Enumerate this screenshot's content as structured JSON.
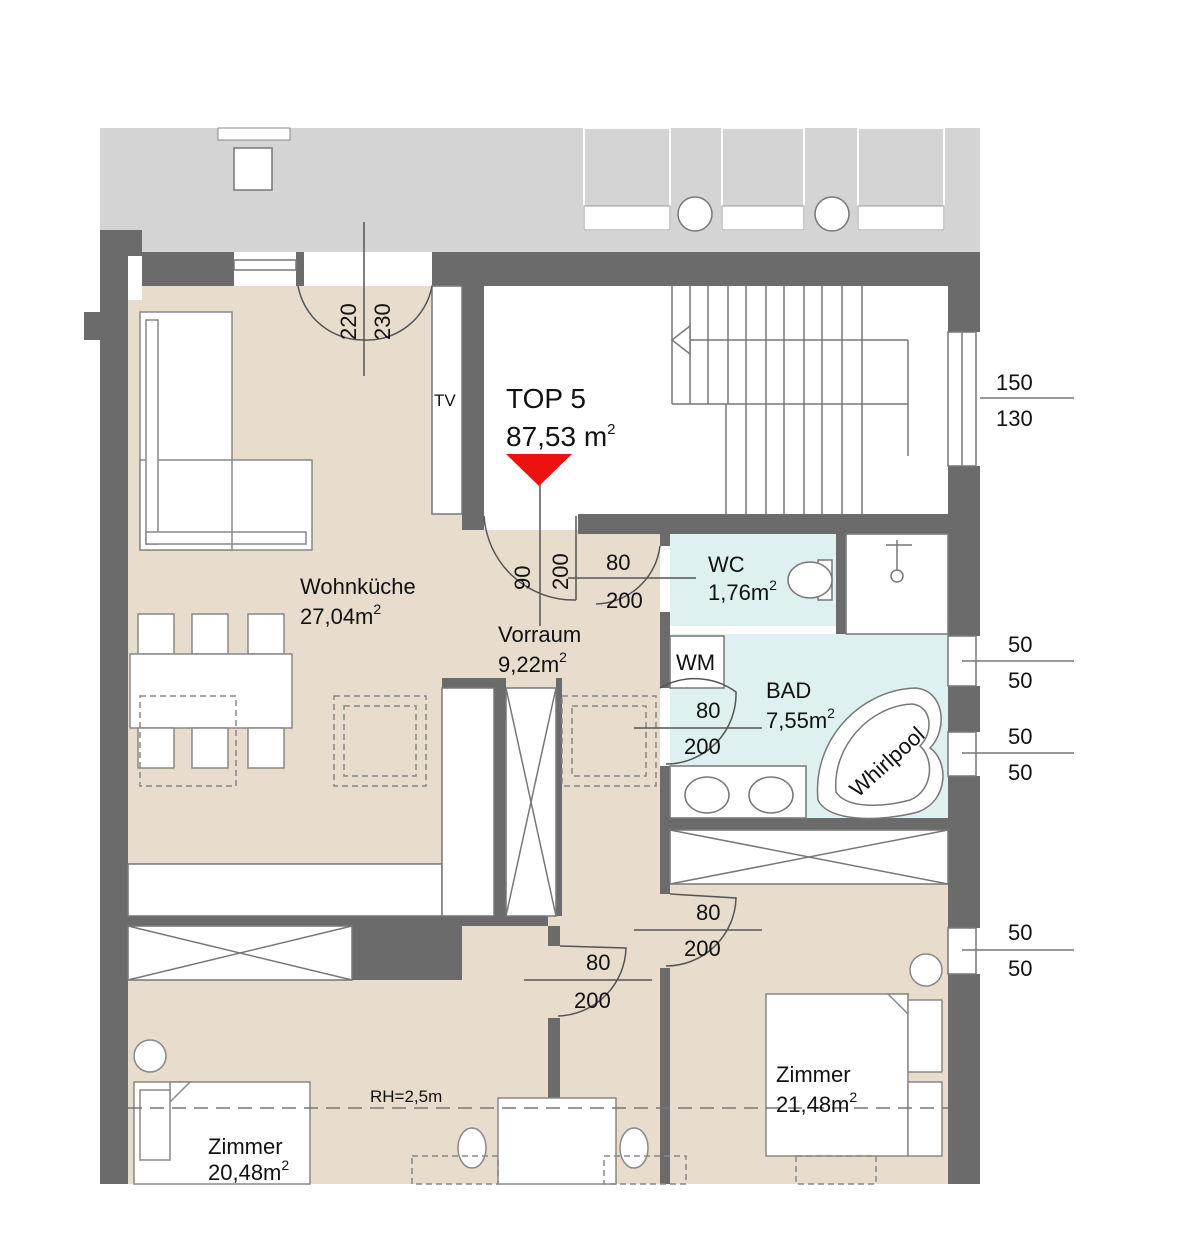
{
  "plan": {
    "unit_label": "TOP 5",
    "unit_area": "87,53 m",
    "height_note": "RH=2,5m",
    "tv_label": "TV",
    "wm_label": "WM",
    "whirlpool_label": "Whirlpool",
    "rooms": [
      {
        "name": "Wohnküche",
        "area": "27,04m"
      },
      {
        "name": "Vorraum",
        "area": "9,22m"
      },
      {
        "name": "WC",
        "area": "1,76m"
      },
      {
        "name": "BAD",
        "area": "7,55m"
      },
      {
        "name": "Zimmer",
        "area": "21,48m"
      },
      {
        "name": "Zimmer",
        "area": "20,48m"
      }
    ],
    "superscript": "2",
    "door_dims": [
      {
        "w": "220",
        "h": "230"
      },
      {
        "w": "90",
        "h": "200"
      },
      {
        "w": "80",
        "h": "200"
      },
      {
        "w": "80",
        "h": "200"
      },
      {
        "w": "80",
        "h": "200"
      },
      {
        "w": "80",
        "h": "200"
      }
    ],
    "window_dims": [
      {
        "top": "150",
        "bottom": "130"
      },
      {
        "top": "50",
        "bottom": "50"
      },
      {
        "top": "50",
        "bottom": "50"
      },
      {
        "top": "50",
        "bottom": "50"
      }
    ],
    "colors": {
      "living_floor": "#e8dccd",
      "wet_floor": "#dff0f0",
      "wall": "#6b6b6b",
      "exterior": "#d4d4d4",
      "marker": "#ee1111"
    }
  }
}
